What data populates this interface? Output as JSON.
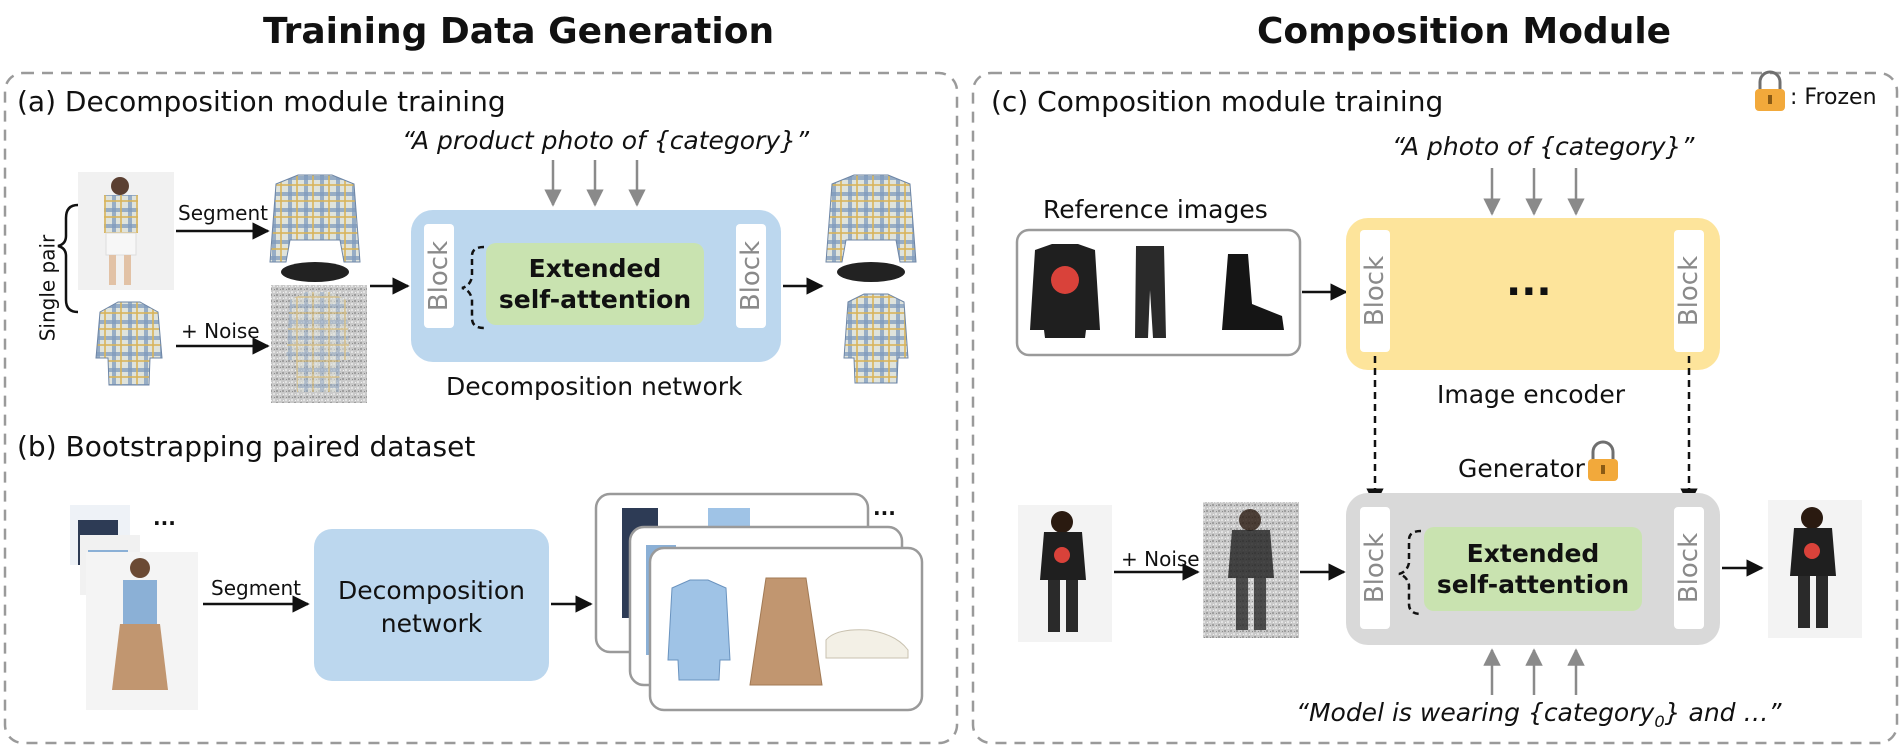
{
  "titles": {
    "left": "Training Data Generation",
    "right": "Composition Module"
  },
  "legend": {
    "frozen_text": ": Frozen"
  },
  "section_a": {
    "heading": "(a) Decomposition module training",
    "prompt": "“A product photo of {category}”",
    "single_pair": "Single pair",
    "segment": "Segment",
    "noise": "+ Noise",
    "block": "Block",
    "attention_line1": "Extended",
    "attention_line2": "self-attention",
    "network_label": "Decomposition network"
  },
  "section_b": {
    "heading": "(b) Bootstrapping paired dataset",
    "segment": "Segment",
    "network_line1": "Decomposition",
    "network_line2": "network",
    "ellipsis": "..."
  },
  "section_c": {
    "heading": "(c) Composition module training",
    "prompt_top": "“A photo of {category}”",
    "reference_label": "Reference images",
    "block": "Block",
    "encoder_dots": "···",
    "encoder_label": "Image encoder",
    "generator_label": "Generator",
    "noise": "+ Noise",
    "attention_line1": "Extended",
    "attention_line2": "self-attention",
    "prompt_bottom_pre": "“Model is wearing {category",
    "prompt_bottom_sub": "0",
    "prompt_bottom_post": "} and …”"
  },
  "colors": {
    "decomp_network": "#bcd7ee",
    "attention": "#c9e3b0",
    "encoder": "#fde49b",
    "generator": "#d9d9d9",
    "lock": "#f2a93b",
    "dashed_border": "#9a9a9a"
  }
}
